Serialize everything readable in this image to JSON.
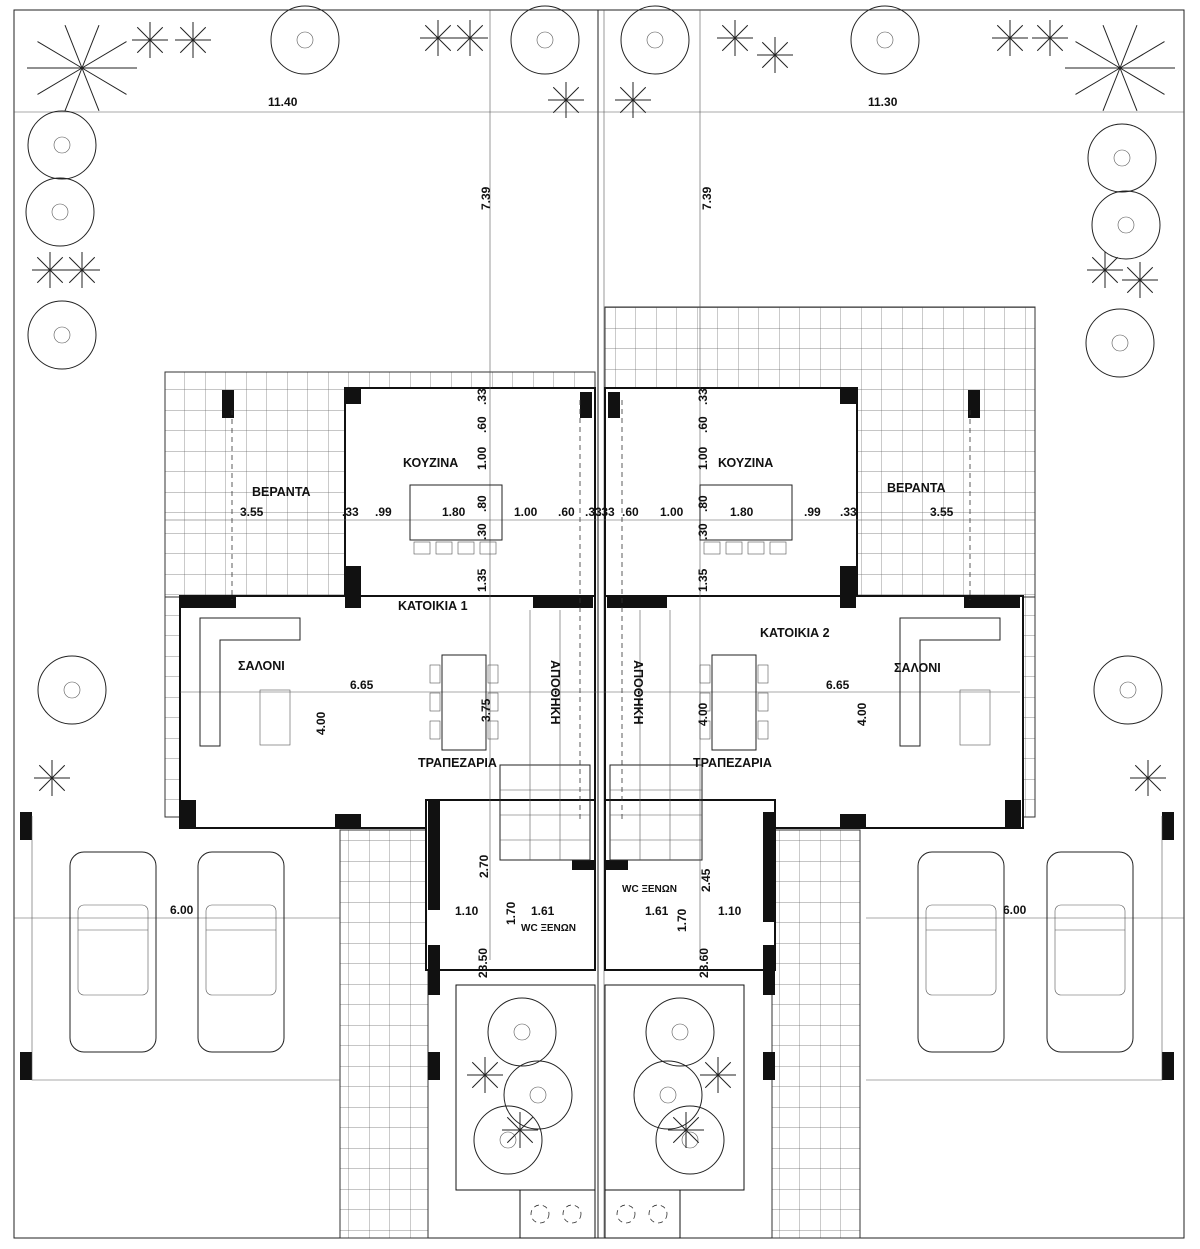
{
  "title_labels": {
    "plot_width_left": "11.40",
    "plot_width_right": "11.30",
    "setback_left": "7.39",
    "setback_right": "7.39"
  },
  "unit1": {
    "name": "ΚΑΤΟΙΚΙΑ 1",
    "rooms": {
      "veranda": "ΒΕΡΑΝΤΑ",
      "kitchen": "ΚΟΥΖΙΝΑ",
      "living": "ΣΑΛΟΝΙ",
      "dining": "ΤΡΑΠΕΖΑΡΙΑ",
      "storage": "ΑΠΟΘΗΚΗ",
      "wc": "WC ΞΕΝΩΝ"
    },
    "dims_h": [
      ".33",
      ".99",
      "1.80",
      "1.00",
      ".60",
      ".33"
    ],
    "veranda_width": "3.55",
    "dims_v": [
      ".33",
      ".60",
      "1.00",
      ".80",
      ".30",
      "1.35"
    ],
    "living_width": "6.65",
    "living_depth": "4.00",
    "dining_depth": "3.75",
    "parking_width": "6.00",
    "entry_depth": "2.70",
    "entry_width": "1.10",
    "wc_depth": "1.70",
    "wc_width": "1.61",
    "porch_depth": "23.50"
  },
  "unit2": {
    "name": "ΚΑΤΟΙΚΙΑ 2",
    "rooms": {
      "veranda": "ΒΕΡΑΝΤΑ",
      "kitchen": "ΚΟΥΖΙΝΑ",
      "living": "ΣΑΛΟΝΙ",
      "dining": "ΤΡΑΠΕΖΑΡΙΑ",
      "storage": "ΑΠΟΘΗΚΗ",
      "wc": "WC ΞΕΝΩΝ"
    },
    "dims_h": [
      ".33",
      ".60",
      "1.00",
      "1.80",
      ".99",
      ".33"
    ],
    "veranda_width": "3.55",
    "dims_v": [
      ".33",
      ".60",
      "1.00",
      ".80",
      ".30",
      "1.35"
    ],
    "living_width": "6.65",
    "living_depth": "4.00",
    "dining_depth": "4.00",
    "parking_width": "6.00",
    "entry_depth": "2.45",
    "entry_width": "1.10",
    "wc_depth": "1.70",
    "wc_width": "1.61",
    "porch_depth": "23.60"
  }
}
